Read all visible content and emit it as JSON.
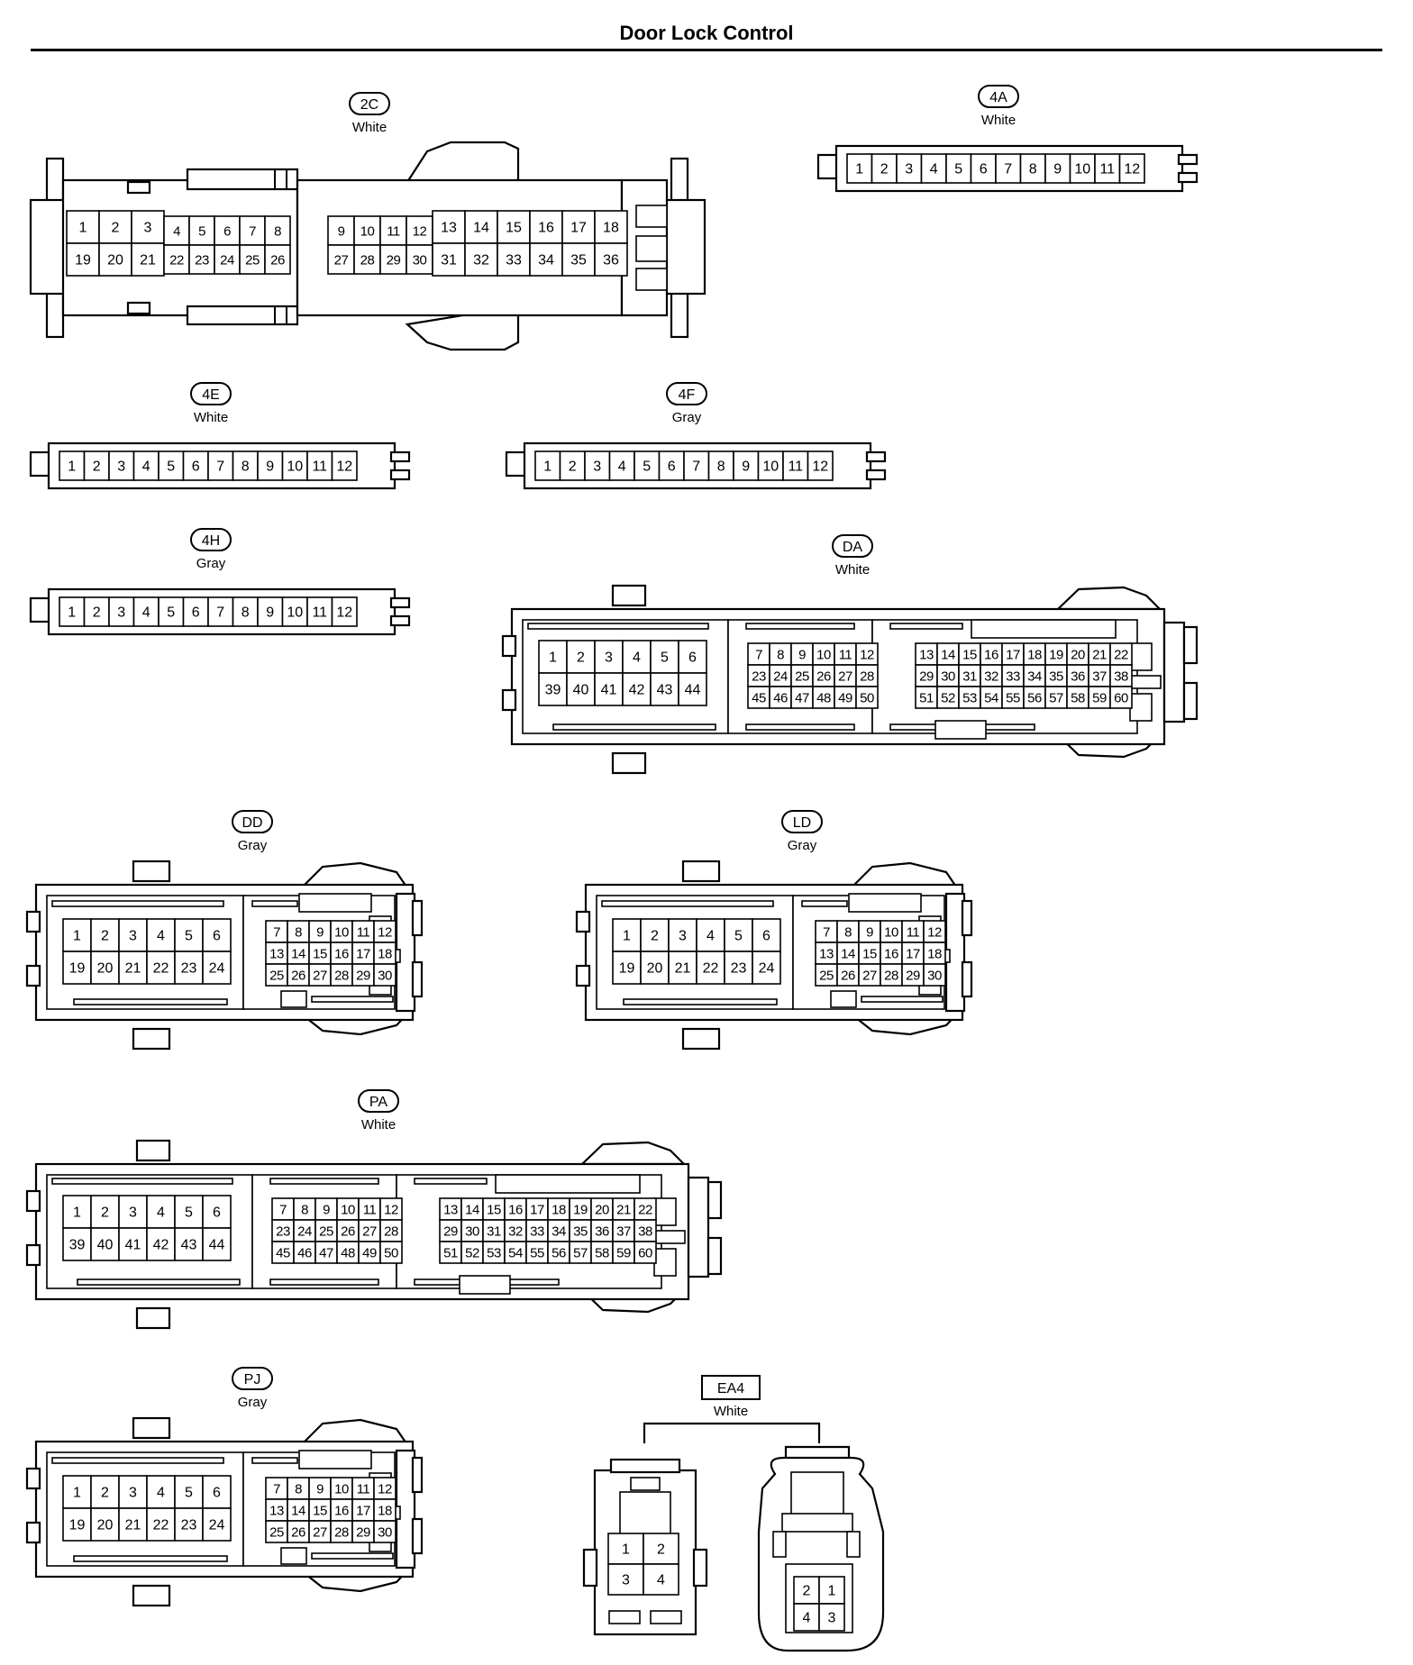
{
  "page": {
    "title": "Door Lock Control"
  },
  "connectors": {
    "c2C": {
      "id": "2C",
      "color": "White",
      "row1": [
        "1",
        "2",
        "3",
        "4",
        "5",
        "6",
        "7",
        "8",
        "9",
        "10",
        "11",
        "12",
        "13",
        "14",
        "15",
        "16",
        "17",
        "18"
      ],
      "row2": [
        "19",
        "20",
        "21",
        "22",
        "23",
        "24",
        "25",
        "26",
        "27",
        "28",
        "29",
        "30",
        "31",
        "32",
        "33",
        "34",
        "35",
        "36"
      ]
    },
    "c4A": {
      "id": "4A",
      "color": "White",
      "pins": [
        "1",
        "2",
        "3",
        "4",
        "5",
        "6",
        "7",
        "8",
        "9",
        "10",
        "11",
        "12"
      ]
    },
    "c4E": {
      "id": "4E",
      "color": "White",
      "pins": [
        "1",
        "2",
        "3",
        "4",
        "5",
        "6",
        "7",
        "8",
        "9",
        "10",
        "11",
        "12"
      ]
    },
    "c4F": {
      "id": "4F",
      "color": "Gray",
      "pins": [
        "1",
        "2",
        "3",
        "4",
        "5",
        "6",
        "7",
        "8",
        "9",
        "10",
        "11",
        "12"
      ]
    },
    "c4H": {
      "id": "4H",
      "color": "Gray",
      "pins": [
        "1",
        "2",
        "3",
        "4",
        "5",
        "6",
        "7",
        "8",
        "9",
        "10",
        "11",
        "12"
      ]
    },
    "DA": {
      "id": "DA",
      "color": "White",
      "left": [
        [
          "1",
          "2",
          "3",
          "4",
          "5",
          "6"
        ],
        [
          "39",
          "40",
          "41",
          "42",
          "43",
          "44"
        ]
      ],
      "mid": [
        [
          "7",
          "8",
          "9",
          "10",
          "11",
          "12"
        ],
        [
          "23",
          "24",
          "25",
          "26",
          "27",
          "28"
        ],
        [
          "45",
          "46",
          "47",
          "48",
          "49",
          "50"
        ]
      ],
      "right": [
        [
          "13",
          "14",
          "15",
          "16",
          "17",
          "18",
          "19",
          "20",
          "21",
          "22"
        ],
        [
          "29",
          "30",
          "31",
          "32",
          "33",
          "34",
          "35",
          "36",
          "37",
          "38"
        ],
        [
          "51",
          "52",
          "53",
          "54",
          "55",
          "56",
          "57",
          "58",
          "59",
          "60"
        ]
      ]
    },
    "DD": {
      "id": "DD",
      "color": "Gray",
      "left": [
        [
          "1",
          "2",
          "3",
          "4",
          "5",
          "6"
        ],
        [
          "19",
          "20",
          "21",
          "22",
          "23",
          "24"
        ]
      ],
      "right": [
        [
          "7",
          "8",
          "9",
          "10",
          "11",
          "12"
        ],
        [
          "13",
          "14",
          "15",
          "16",
          "17",
          "18"
        ],
        [
          "25",
          "26",
          "27",
          "28",
          "29",
          "30"
        ]
      ]
    },
    "LD": {
      "id": "LD",
      "color": "Gray",
      "left": [
        [
          "1",
          "2",
          "3",
          "4",
          "5",
          "6"
        ],
        [
          "19",
          "20",
          "21",
          "22",
          "23",
          "24"
        ]
      ],
      "right": [
        [
          "7",
          "8",
          "9",
          "10",
          "11",
          "12"
        ],
        [
          "13",
          "14",
          "15",
          "16",
          "17",
          "18"
        ],
        [
          "25",
          "26",
          "27",
          "28",
          "29",
          "30"
        ]
      ]
    },
    "PA": {
      "id": "PA",
      "color": "White",
      "left": [
        [
          "1",
          "2",
          "3",
          "4",
          "5",
          "6"
        ],
        [
          "39",
          "40",
          "41",
          "42",
          "43",
          "44"
        ]
      ],
      "mid": [
        [
          "7",
          "8",
          "9",
          "10",
          "11",
          "12"
        ],
        [
          "23",
          "24",
          "25",
          "26",
          "27",
          "28"
        ],
        [
          "45",
          "46",
          "47",
          "48",
          "49",
          "50"
        ]
      ],
      "right": [
        [
          "13",
          "14",
          "15",
          "16",
          "17",
          "18",
          "19",
          "20",
          "21",
          "22"
        ],
        [
          "29",
          "30",
          "31",
          "32",
          "33",
          "34",
          "35",
          "36",
          "37",
          "38"
        ],
        [
          "51",
          "52",
          "53",
          "54",
          "55",
          "56",
          "57",
          "58",
          "59",
          "60"
        ]
      ]
    },
    "PJ": {
      "id": "PJ",
      "color": "Gray",
      "left": [
        [
          "1",
          "2",
          "3",
          "4",
          "5",
          "6"
        ],
        [
          "19",
          "20",
          "21",
          "22",
          "23",
          "24"
        ]
      ],
      "right": [
        [
          "7",
          "8",
          "9",
          "10",
          "11",
          "12"
        ],
        [
          "13",
          "14",
          "15",
          "16",
          "17",
          "18"
        ],
        [
          "25",
          "26",
          "27",
          "28",
          "29",
          "30"
        ]
      ]
    },
    "EA4": {
      "id": "EA4",
      "color": "White",
      "left": [
        [
          "1",
          "2"
        ],
        [
          "3",
          "4"
        ]
      ],
      "right": [
        [
          "2",
          "1"
        ],
        [
          "4",
          "3"
        ]
      ]
    }
  }
}
